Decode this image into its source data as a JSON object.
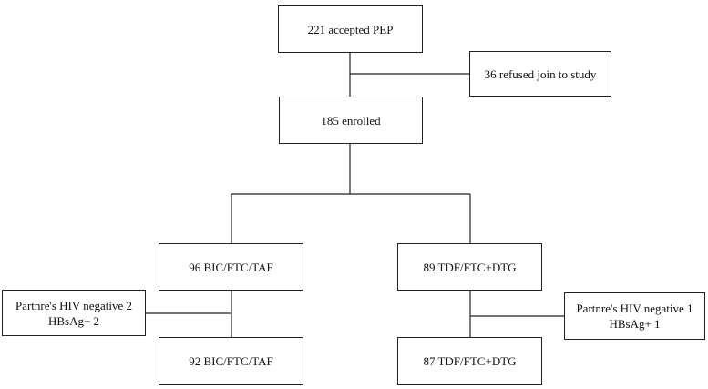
{
  "flowchart": {
    "screening": {
      "label": "221 accepted PEP"
    },
    "exclusion": {
      "label": "36 refused join to study"
    },
    "enrolled": {
      "label": "185 enrolled"
    },
    "arm_left": {
      "start": {
        "label": "96 BIC/FTC/TAF"
      },
      "exclusion": {
        "line1": "Partnre's HIV negative 2",
        "line2": "HBsAg+ 2"
      },
      "final": {
        "label": "92 BIC/FTC/TAF"
      }
    },
    "arm_right": {
      "start": {
        "label": "89 TDF/FTC+DTG"
      },
      "exclusion": {
        "line1": "Partnre's HIV negative 1",
        "line2": "HBsAg+ 1"
      },
      "final": {
        "label": "87 TDF/FTC+DTG"
      }
    }
  }
}
